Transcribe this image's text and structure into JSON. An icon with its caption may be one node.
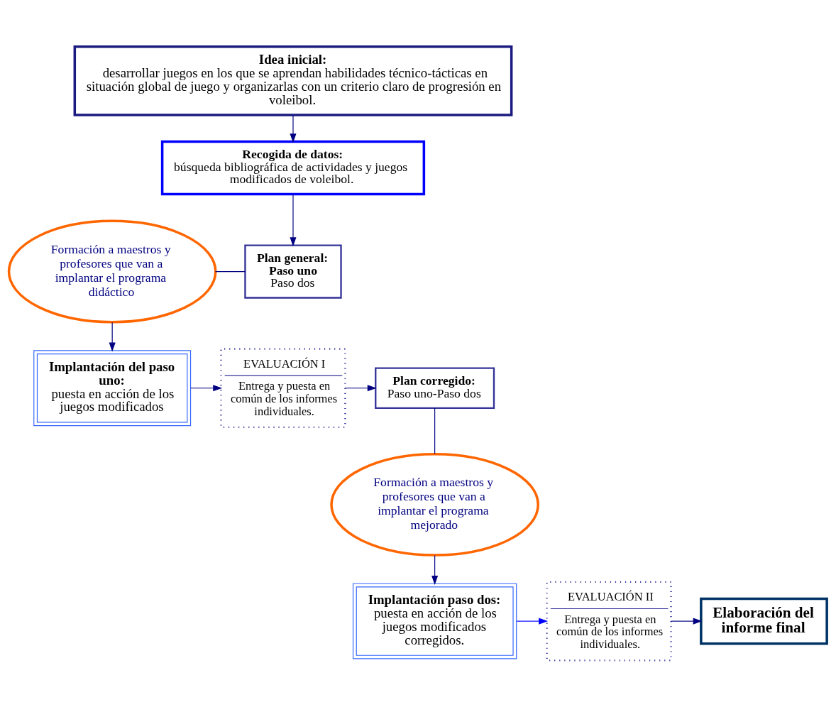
{
  "diagram": {
    "nodes": [
      {
        "text": [
          "Idea inicial:",
          "desarrollar juegos en los que se aprendan habilidades técnico-tácticas en situación global de juego y organizarlas con un criterio claro de progresión en voleibol."
        ]
      },
      {
        "text": [
          "Recogida de datos:",
          "búsqueda bibliográfica de actividades y juegos modificados de voleibol."
        ]
      },
      {
        "text": [
          "Formación a maestros y profesores que van a implantar el programa didáctico"
        ]
      },
      {
        "text": [
          "Plan general:",
          "Paso uno",
          "Paso dos"
        ]
      },
      {
        "text": [
          "Implantación del paso uno:",
          "puesta en acción de los juegos modificados"
        ]
      },
      {
        "text": [
          "EVALUACIÓN I",
          "Entrega y puesta en común de los informes individuales."
        ]
      },
      {
        "text": [
          "Plan corregido:",
          "Paso uno-Paso dos"
        ]
      },
      {
        "text": [
          "Formación a maestros y profesores que van a implantar el programa mejorado"
        ]
      },
      {
        "text": [
          "Implantación paso dos:",
          "puesta en acción de los juegos modificados corregidos."
        ]
      },
      {
        "text": [
          "EVALUACIÓN II",
          "Entrega y puesta en común de los informes individuales."
        ]
      },
      {
        "text": [
          "Elaboración del informe final"
        ]
      }
    ],
    "edges": [
      {
        "from": 0,
        "to": 1,
        "arrow": "to"
      },
      {
        "from": 1,
        "to": 3,
        "arrow": "to"
      },
      {
        "from": 2,
        "to": 3,
        "arrow": "none"
      },
      {
        "from": 2,
        "to": 4,
        "arrow": "to"
      },
      {
        "from": 4,
        "to": 5,
        "arrow": "to"
      },
      {
        "from": 5,
        "to": 6,
        "arrow": "to"
      },
      {
        "from": 6,
        "to": 7,
        "arrow": "none"
      },
      {
        "from": 7,
        "to": 8,
        "arrow": "to"
      },
      {
        "from": 8,
        "to": 9,
        "arrow": "to",
        "color": "#0000ff"
      },
      {
        "from": 9,
        "to": 10,
        "arrow": "to"
      }
    ]
  }
}
